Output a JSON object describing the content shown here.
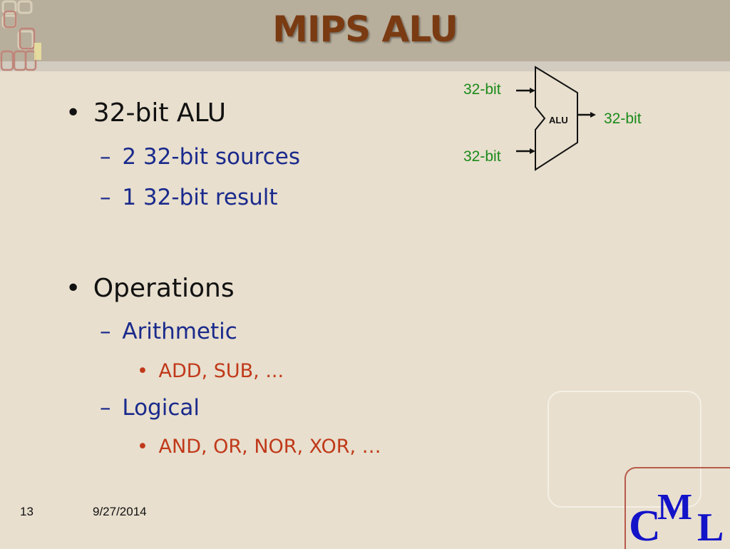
{
  "slide": {
    "title": "MIPS ALU",
    "bullets": [
      {
        "level": 1,
        "marker": "•",
        "text": "32-bit ALU"
      },
      {
        "level": 2,
        "marker": "–",
        "text": "2 32-bit sources"
      },
      {
        "level": 2,
        "marker": "–",
        "text": "1 32-bit result"
      },
      {
        "level": 1,
        "marker": "•",
        "text": "Operations"
      },
      {
        "level": 2,
        "marker": "–",
        "text": "Arithmetic"
      },
      {
        "level": 3,
        "marker": "•",
        "text": "ADD, SUB, ..."
      },
      {
        "level": 2,
        "marker": "–",
        "text": "Logical"
      },
      {
        "level": 3,
        "marker": "•",
        "text": "AND, OR, NOR, XOR, …"
      }
    ]
  },
  "diagram": {
    "input_a_label": "32-bit",
    "input_b_label": "32-bit",
    "output_label": "32-bit",
    "block_label": "ALU",
    "label_color": "#1a8a1a"
  },
  "footer": {
    "slide_number": "13",
    "date": "9/27/2014"
  },
  "logo": {
    "letters": [
      "C",
      "M",
      "L"
    ],
    "color": "#1313c8"
  }
}
